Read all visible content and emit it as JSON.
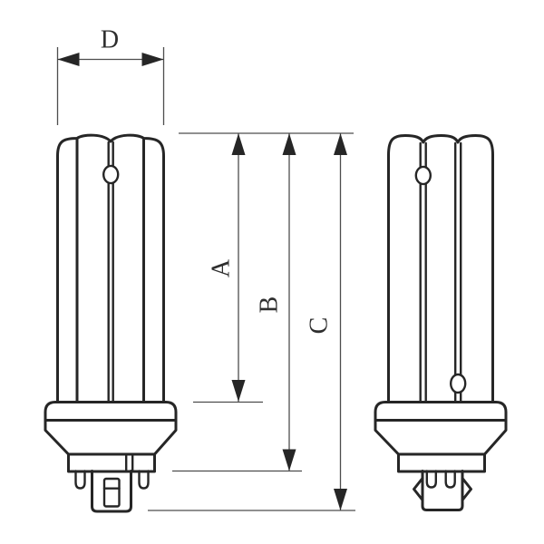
{
  "diagram": {
    "labels": {
      "d": "D",
      "a": "A",
      "b": "B",
      "c": "C"
    },
    "colors": {
      "outline": "#262626",
      "dimension_line": "#4d4d4d",
      "arrowhead": "#262626",
      "label_text": "#2e2e2e",
      "background": "#ffffff"
    }
  }
}
